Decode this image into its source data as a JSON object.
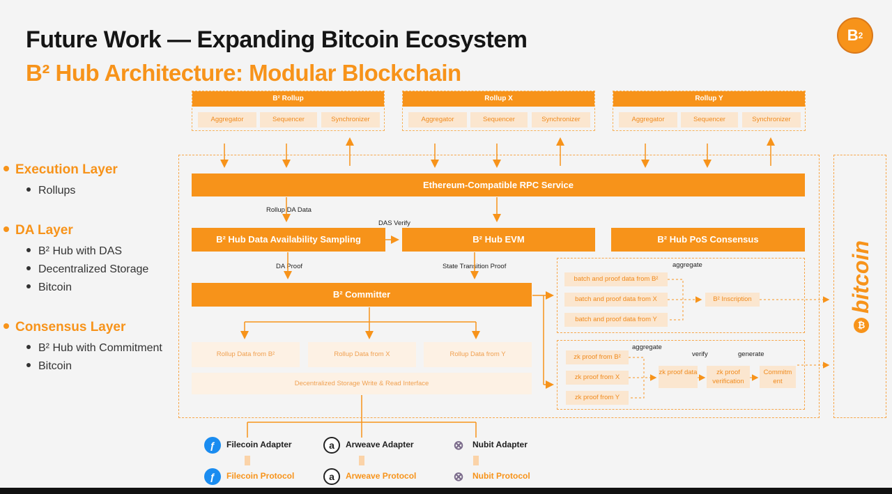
{
  "header": {
    "title": "Future Work — Expanding Bitcoin Ecosystem",
    "subtitle": "B² Hub Architecture: Modular Blockchain"
  },
  "logo": {
    "label": "B",
    "sup": "2"
  },
  "layers": [
    {
      "title": "Execution Layer",
      "items": [
        "Rollups"
      ]
    },
    {
      "title": "DA Layer",
      "items": [
        "B² Hub with DAS",
        "Decentralized Storage",
        "Bitcoin"
      ]
    },
    {
      "title": "Consensus Layer",
      "items": [
        "B² Hub with Commitment",
        "Bitcoin"
      ]
    }
  ],
  "rollups": [
    {
      "name": "B² Rollup",
      "components": [
        "Aggregator",
        "Sequencer",
        "Synchronizer"
      ]
    },
    {
      "name": "Rollup X",
      "components": [
        "Aggregator",
        "Sequencer",
        "Synchronizer"
      ]
    },
    {
      "name": "Rollup Y",
      "components": [
        "Aggregator",
        "Sequencer",
        "Synchronizer"
      ]
    }
  ],
  "core": {
    "rpc": "Ethereum-Compatible RPC Service",
    "das": "B² Hub Data Availability Sampling",
    "evm": "B² Hub EVM",
    "pos": "B² Hub PoS Consensus",
    "committer": "B² Committer",
    "storage_interface": "Decentralized Storage Write & Read Interface",
    "rollup_data": [
      "Rollup Data from B²",
      "Rollup Data from X",
      "Rollup Data from Y"
    ]
  },
  "edge_labels": {
    "rollup_da_data": "Rollup DA Data",
    "das_verify": "DAS Verify",
    "da_proof": "DA Proof",
    "state_transition_proof": "State Transition Proof"
  },
  "inscription_panel": {
    "aggregate": "aggregate",
    "batches": [
      "batch and proof data from B²",
      "batch and proof data from X",
      "batch and proof data from Y"
    ],
    "inscription": "B² Inscription"
  },
  "zk_panel": {
    "aggregate": "aggregate",
    "verify": "verify",
    "generate": "generate",
    "proofs": [
      "zk proof from B²",
      "zk proof from X",
      "zk proof from Y"
    ],
    "zk_data": "zk proof data",
    "zk_verification": "zk proof verification",
    "commitment": "Commitm ent"
  },
  "bitcoin_label": "bitcoin",
  "adapters": [
    {
      "adapter": "Filecoin Adapter",
      "protocol": "Filecoin Protocol",
      "icon": "filecoin-icon",
      "color": "#1a8cf0"
    },
    {
      "adapter": "Arweave Adapter",
      "protocol": "Arweave Protocol",
      "icon": "arweave-icon",
      "color": "#222222"
    },
    {
      "adapter": "Nubit Adapter",
      "protocol": "Nubit Protocol",
      "icon": "nubit-icon",
      "color": "#7a6a8a"
    }
  ],
  "colors": {
    "accent": "#f7931a",
    "soft": "#fbe6cf",
    "text": "#151515"
  }
}
